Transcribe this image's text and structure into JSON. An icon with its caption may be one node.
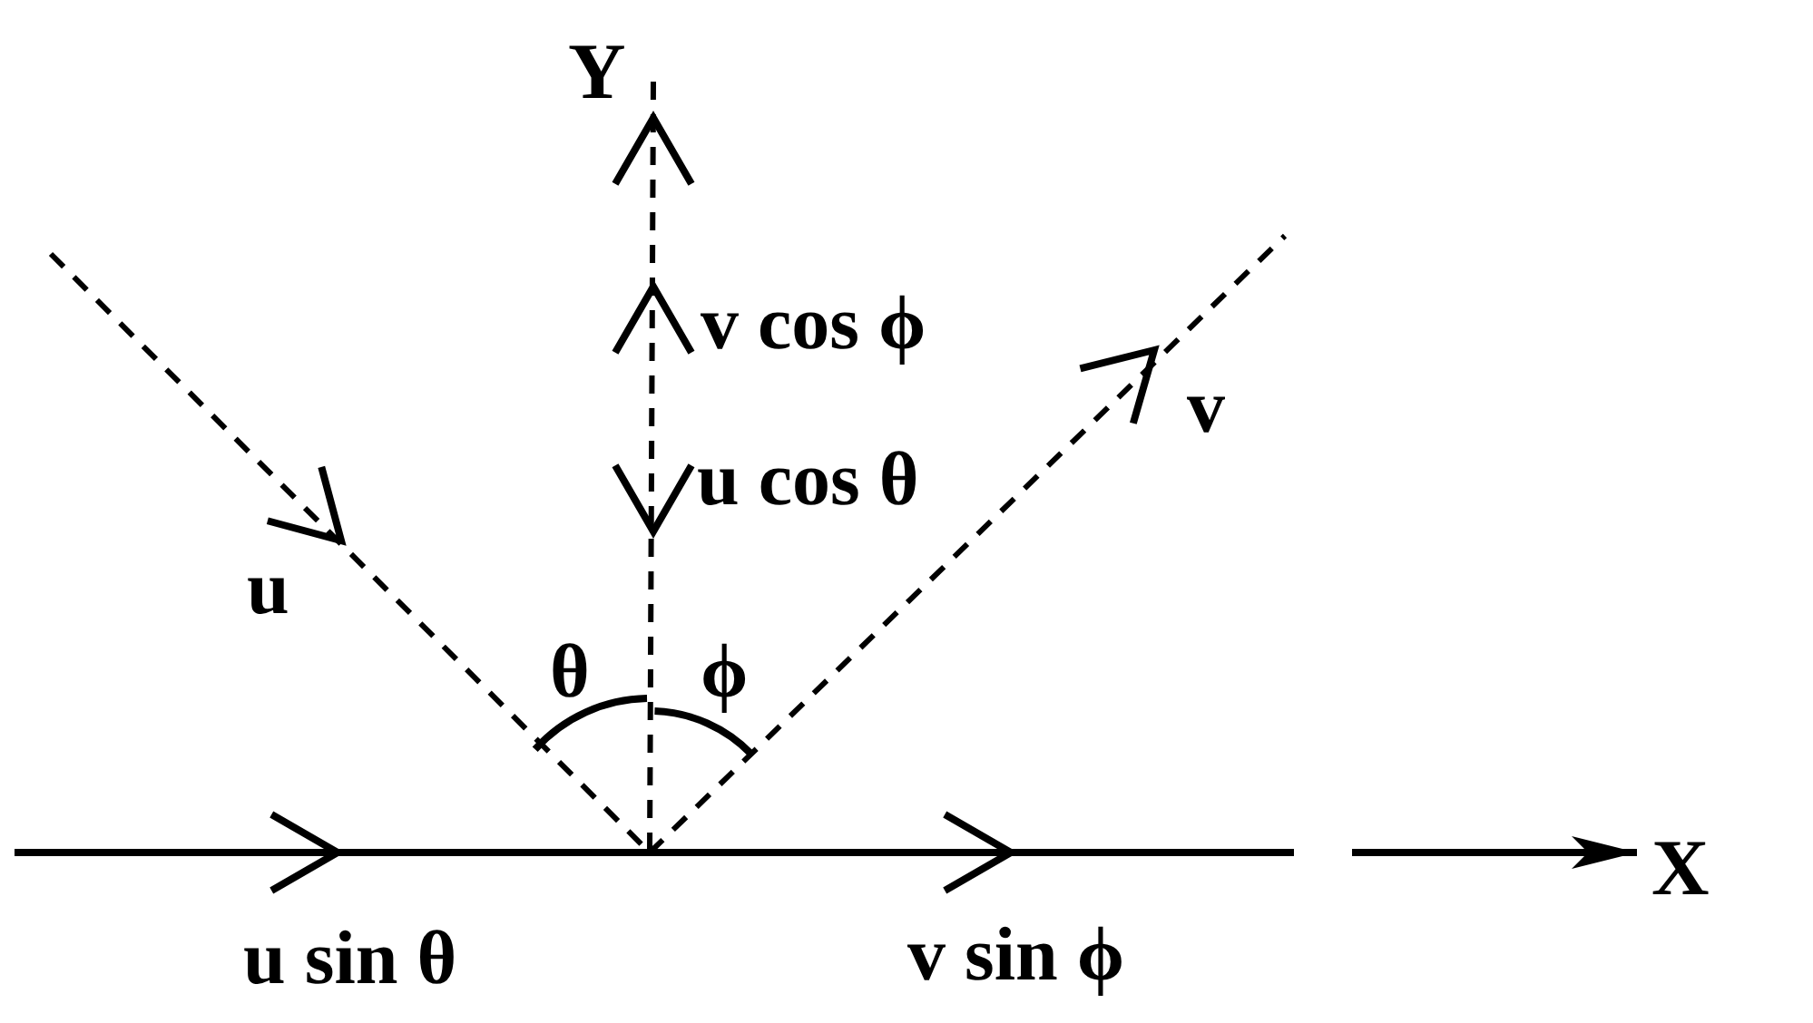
{
  "diagram": {
    "labels": [
      "Y",
      "v cos ϕ",
      "v",
      "u cos θ",
      "u",
      "θ",
      "ϕ",
      "X",
      "u sin θ",
      "v sin ϕ"
    ]
  }
}
